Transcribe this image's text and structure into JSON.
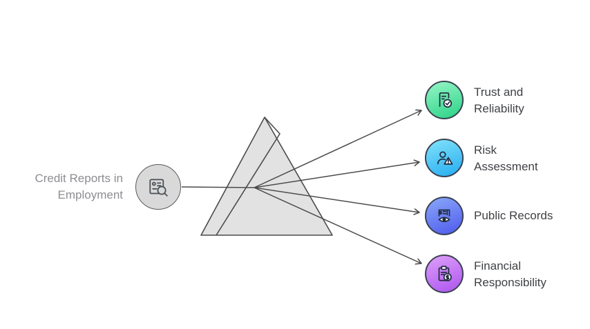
{
  "source": {
    "label": "Credit Reports in\nEmployment",
    "icon": "id-card-search-icon"
  },
  "prism": {
    "shape": "triangular-prism",
    "fill": "#e2e2e2",
    "stroke": "#4a4a4a"
  },
  "connectors": {
    "line_color": "#4b4b4b",
    "arrowhead": "open-chevron"
  },
  "outputs": [
    {
      "id": "trust",
      "label": "Trust and\nReliability",
      "icon": "document-check-icon",
      "color_from": "#8cf2c0",
      "color_to": "#35d68d",
      "border": "#3a4150"
    },
    {
      "id": "risk",
      "label": "Risk\nAssessment",
      "icon": "person-warning-icon",
      "color_from": "#79ddfa",
      "color_to": "#2eb2f2",
      "border": "#3a4150"
    },
    {
      "id": "public-records",
      "label": "Public Records",
      "icon": "receipt-eye-icon",
      "color_from": "#84a0f8",
      "color_to": "#5462ee",
      "border": "#3a4150"
    },
    {
      "id": "financial",
      "label": "Financial\nResponsibility",
      "icon": "clipboard-dollar-icon",
      "color_from": "#d998f8",
      "color_to": "#b25cf0",
      "border": "#3a4150"
    }
  ],
  "palette": {
    "source_fill": "#d9d9d9",
    "source_stroke": "#54585e",
    "source_label_color": "#8d8d92",
    "node_label_color": "#3f4145",
    "background": "#ffffff"
  }
}
